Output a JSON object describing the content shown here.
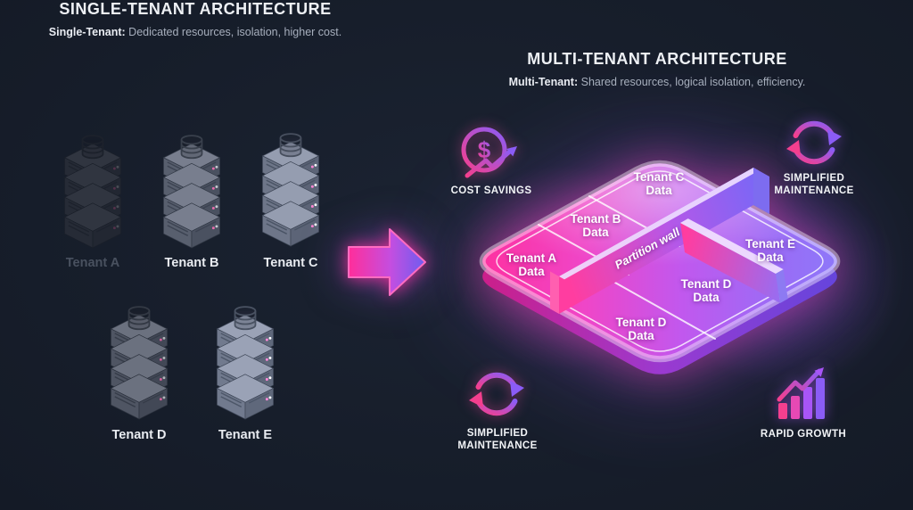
{
  "colors": {
    "background": "#171e2b",
    "accent_pink": "#f43f8e",
    "accent_purple": "#8b5cf6",
    "text_primary": "#eef1f5",
    "text_muted": "#a7afbd",
    "dim_tenant_label": "#49515f"
  },
  "left_panel": {
    "title": "SINGLE-TENANT ARCHITECTURE",
    "subtitle_bold": "Single-Tenant:",
    "subtitle_rest": " Dedicated resources, isolation, higher cost.",
    "tenant_labels": [
      "Tenant A",
      "Tenant B",
      "Tenant C",
      "Tenant D",
      "Tenant E"
    ]
  },
  "right_panel": {
    "title": "MULTI-TENANT ARCHITECTURE",
    "subtitle_bold": "Multi-Tenant:",
    "subtitle_rest": " Shared resources, logical isolation, efficiency.",
    "partition_wall_label": "Partition wall",
    "dollar_glyph": "$",
    "sections": [
      {
        "name": "tenant-c",
        "line1": "Tenant C",
        "line2": "Data"
      },
      {
        "name": "tenant-b",
        "line1": "Tenant B",
        "line2": "Data"
      },
      {
        "name": "tenant-a",
        "line1": "Tenant A",
        "line2": "Data"
      },
      {
        "name": "tenant-e",
        "line1": "Tenant E",
        "line2": "Data"
      },
      {
        "name": "tenant-d-right",
        "line1": "Tenant D",
        "line2": "Data"
      },
      {
        "name": "tenant-d-bottom",
        "line1": "Tenant D",
        "line2": "Data"
      }
    ],
    "features": [
      {
        "id": "cost-savings",
        "lines": [
          "COST SAVINGS"
        ]
      },
      {
        "id": "simplified-maintenance-top",
        "lines": [
          "SIMPLIFIED",
          "MAINTENANCE"
        ]
      },
      {
        "id": "simplified-maintenance-bottom",
        "lines": [
          "SIMPLIFIED",
          "MAINTENANCE"
        ]
      },
      {
        "id": "rapid-growth",
        "lines": [
          "RAPID GROWTH"
        ]
      }
    ]
  }
}
